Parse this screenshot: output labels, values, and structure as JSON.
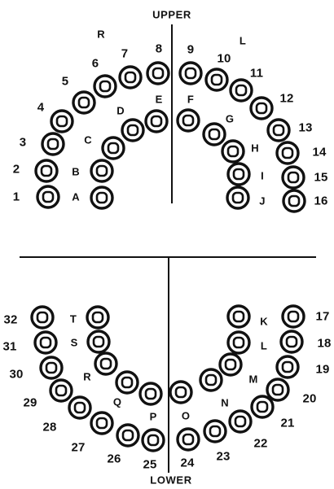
{
  "labels": {
    "upper": "UPPER",
    "lower": "LOWER",
    "side_r": "R",
    "side_l": "L"
  },
  "permanent_teeth": [
    "1",
    "2",
    "3",
    "4",
    "5",
    "6",
    "7",
    "8",
    "9",
    "10",
    "11",
    "12",
    "13",
    "14",
    "15",
    "16",
    "17",
    "18",
    "19",
    "20",
    "21",
    "22",
    "23",
    "24",
    "25",
    "26",
    "27",
    "28",
    "29",
    "30",
    "31",
    "32"
  ],
  "primary_teeth": [
    "A",
    "B",
    "C",
    "D",
    "E",
    "F",
    "G",
    "H",
    "I",
    "J",
    "K",
    "L",
    "M",
    "N",
    "O",
    "P",
    "Q",
    "R",
    "S",
    "T"
  ],
  "colors": {
    "ink": "#111111",
    "tooth_fill": "#ffffff"
  }
}
